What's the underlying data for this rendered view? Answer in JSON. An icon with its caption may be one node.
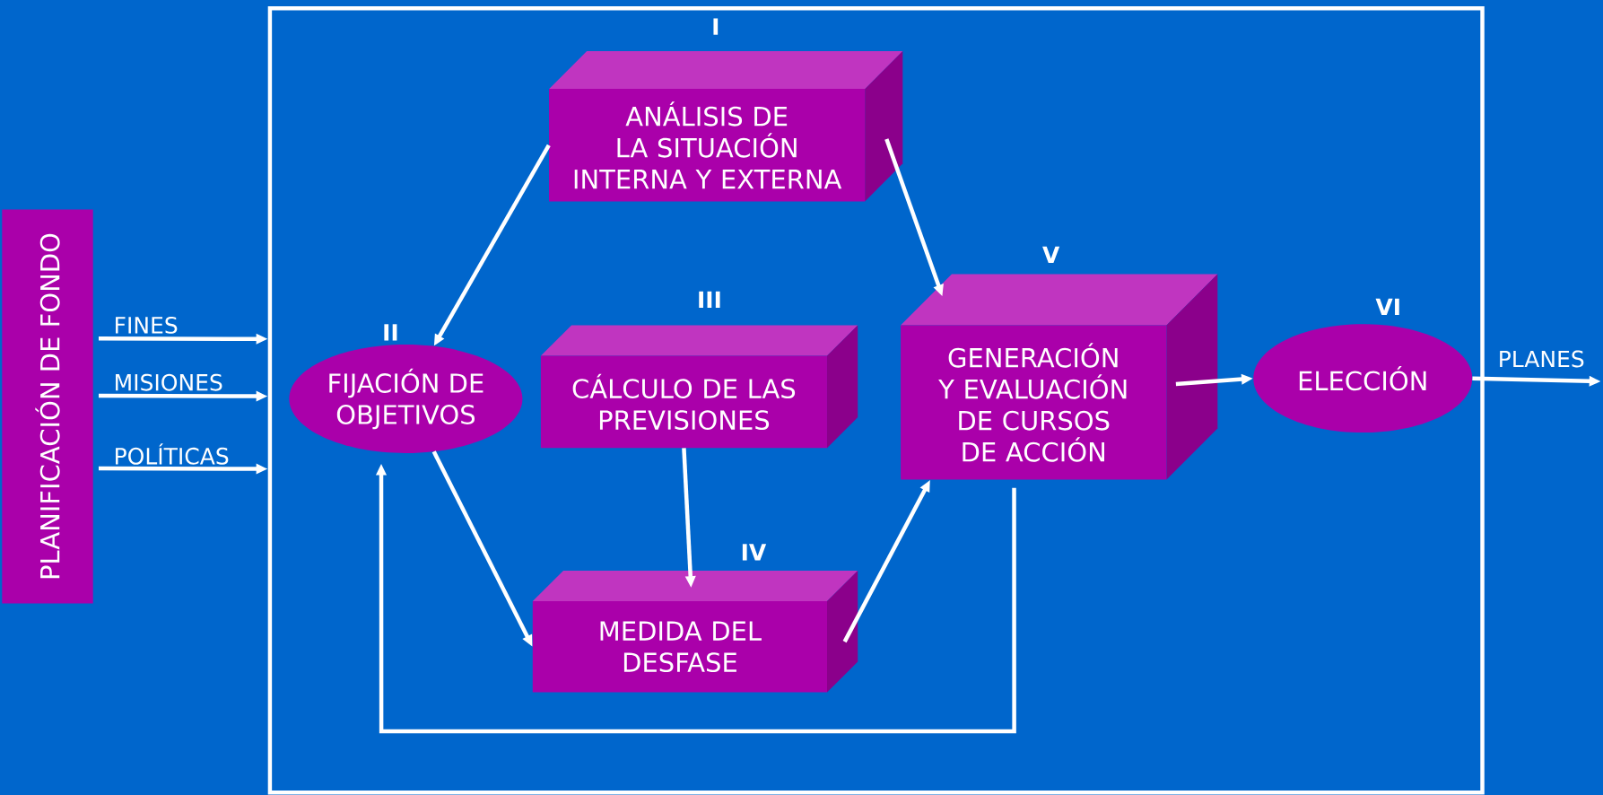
{
  "diagram": {
    "nodes": [
      {
        "text": [
          "PLANIFICACIÓN DE FONDO"
        ]
      },
      {
        "text": [],
        "shape": "box"
      },
      {
        "text": [
          "ANÁLISIS DE LA SITUACIÓN INTERNA Y EXTERNA"
        ],
        "beside": [
          "I"
        ],
        "in": 1
      },
      {
        "text": [
          "FIJACIÓN DE OBJETIVOS"
        ],
        "beside": [
          "II"
        ],
        "in": 1
      },
      {
        "text": [
          "CÁLCULO DE LAS PREVISIONES"
        ],
        "beside": [
          "III"
        ],
        "in": 1
      },
      {
        "text": [
          "MEDIDA DEL DESFASE"
        ],
        "beside": [
          "IV"
        ],
        "in": 1
      },
      {
        "text": [
          "GENERACIÓN Y EVALUACIÓN DE CURSOS DE ACCIÓN"
        ],
        "beside": [
          "V"
        ],
        "in": 1
      },
      {
        "text": [
          "ELECCIÓN"
        ],
        "beside": [
          "VI"
        ],
        "in": 1
      }
    ],
    "edges": [
      {
        "from": 0,
        "to": 1,
        "arrow": "to",
        "label": "FINES"
      },
      {
        "from": 0,
        "to": 1,
        "arrow": "to",
        "label": "MISIONES"
      },
      {
        "from": 0,
        "to": 1,
        "arrow": "to",
        "label": "POLÍTICAS"
      },
      {
        "from": 2,
        "to": 3,
        "arrow": "to"
      },
      {
        "from": 2,
        "to": 6,
        "arrow": "to"
      },
      {
        "from": 3,
        "to": 5,
        "arrow": "to"
      },
      {
        "from": 4,
        "to": 5,
        "arrow": "to"
      },
      {
        "from": 5,
        "to": 6,
        "arrow": "to"
      },
      {
        "from": 6,
        "to": 7,
        "arrow": "to"
      },
      {
        "from": 6,
        "to": 3,
        "arrow": "to"
      },
      {
        "from": 7,
        "to": null,
        "arrow": "to",
        "label": "PLANES"
      }
    ]
  }
}
